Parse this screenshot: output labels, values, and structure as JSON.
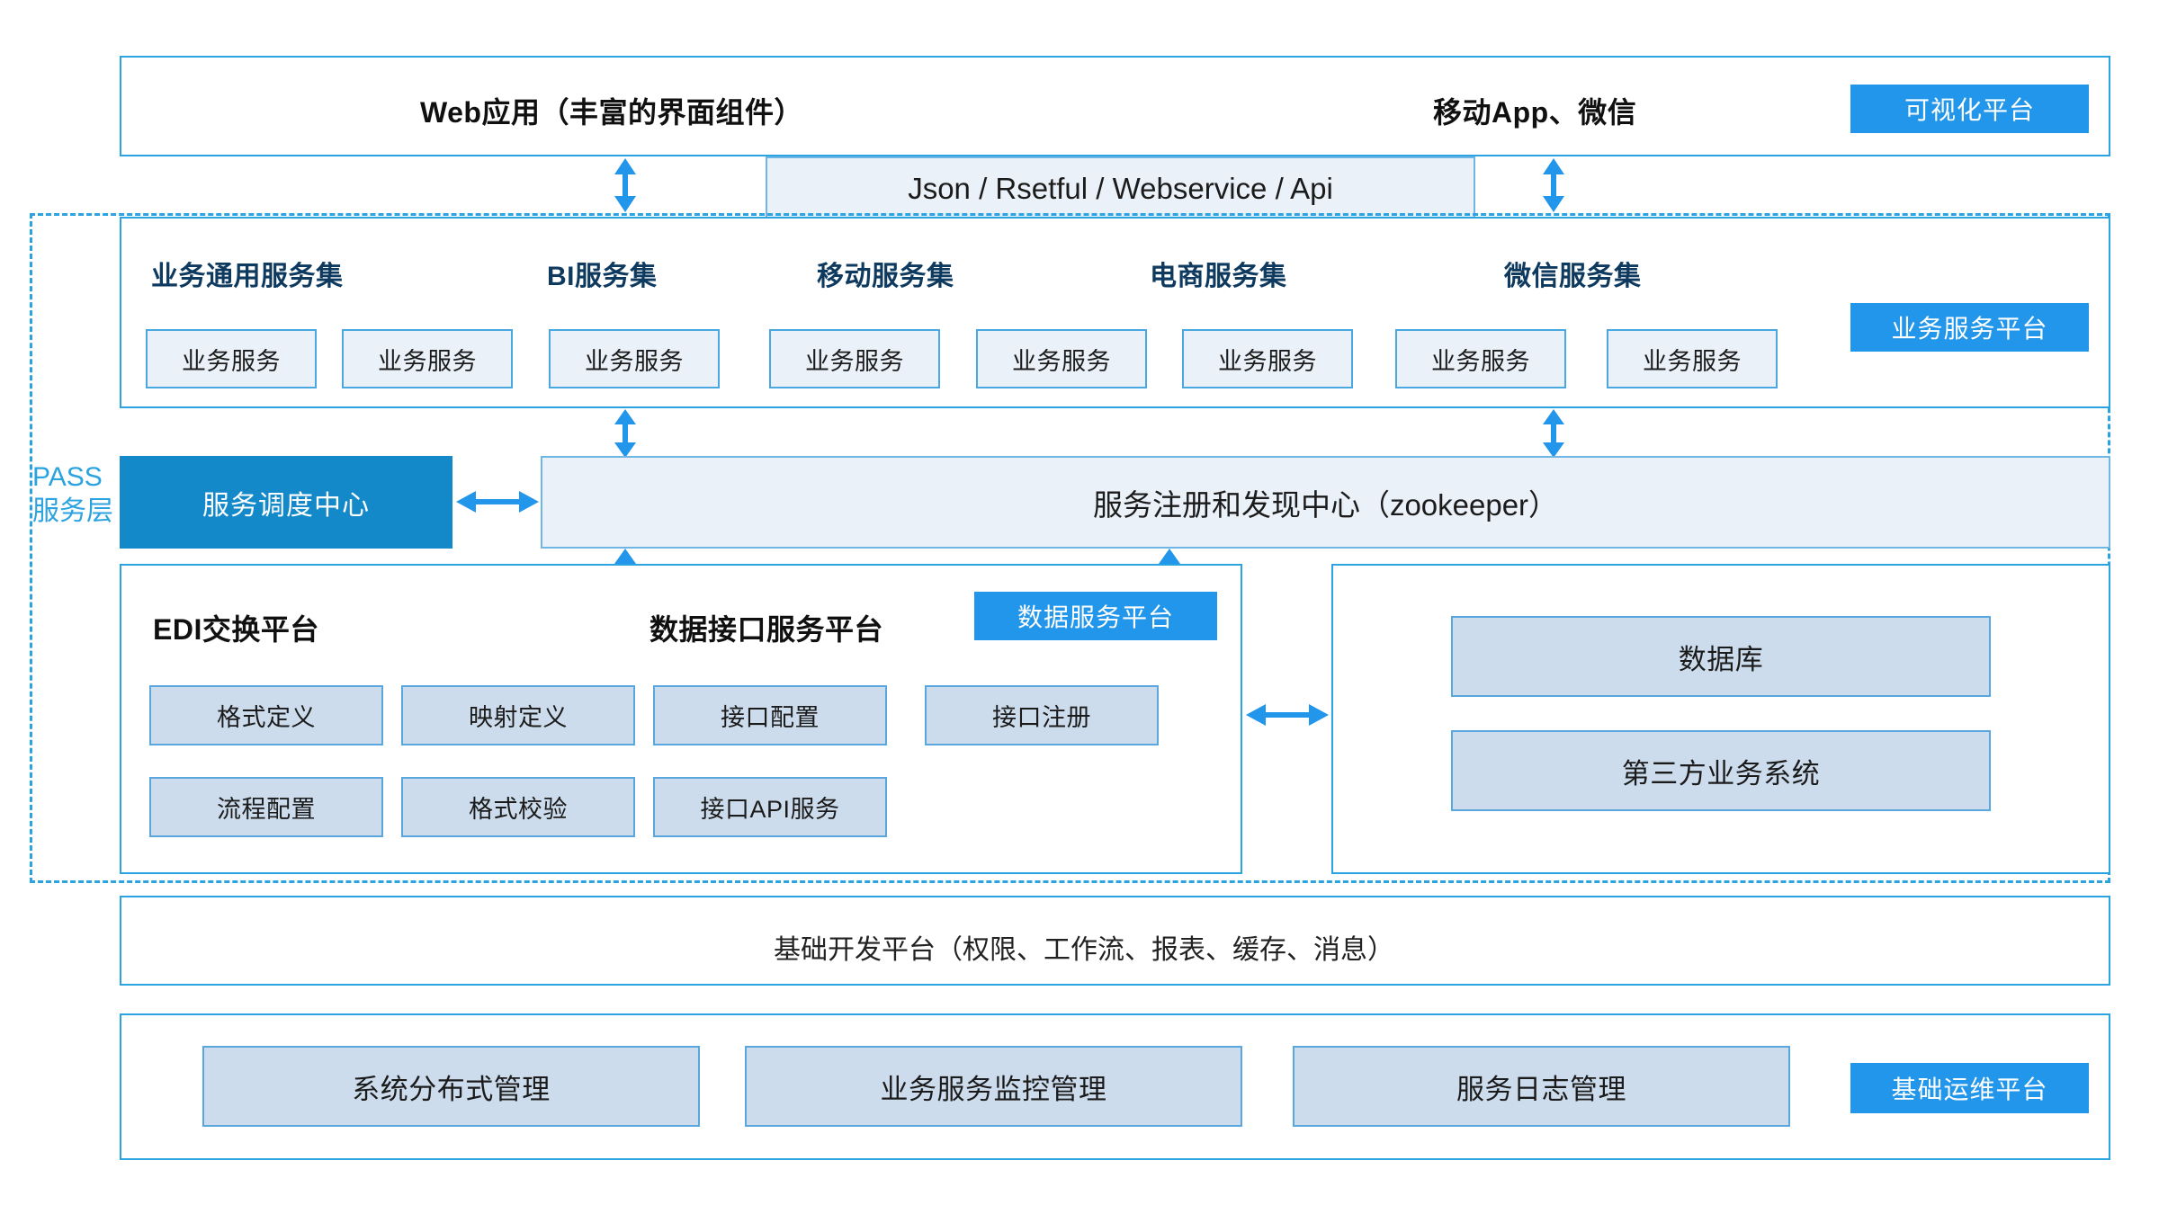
{
  "colors": {
    "accent": "#2196ea",
    "accent_deep": "#1489ca",
    "border": "#2aa3e0",
    "cell_fill": "#eaf1f8",
    "cell_fill_deep": "#ccdcec",
    "heading_text": "#0f3a5f"
  },
  "presentation_layer": {
    "web_app_label": "Web应用（丰富的界面组件）",
    "mobile_label": "移动App、微信",
    "platform_badge": "可视化平台"
  },
  "api_bar": {
    "label": "Json / Rsetful / Webservice / Api"
  },
  "pass_layer": {
    "side_label_line1": "PASS",
    "side_label_line2": "服务层"
  },
  "service_layer": {
    "platform_badge": "业务服务平台",
    "groups": [
      {
        "title": "业务通用服务集",
        "services": [
          "业务服务",
          "业务服务"
        ]
      },
      {
        "title": "BI服务集",
        "services": [
          "业务服务"
        ]
      },
      {
        "title": "移动服务集",
        "services": [
          "业务服务",
          "业务服务"
        ]
      },
      {
        "title": "电商服务集",
        "services": [
          "业务服务"
        ]
      },
      {
        "title": "微信服务集",
        "services": [
          "业务服务",
          "业务服务"
        ]
      }
    ],
    "service_boxes": [
      "业务服务",
      "业务服务",
      "业务服务",
      "业务服务",
      "业务服务",
      "业务服务",
      "业务服务",
      "业务服务"
    ]
  },
  "registry_row": {
    "dispatch_center": "服务调度中心",
    "registry_center": "服务注册和发现中心（zookeeper）"
  },
  "data_layer": {
    "edi_title": "EDI交换平台",
    "interface_title": "数据接口服务平台",
    "platform_badge": "数据服务平台",
    "edi_boxes": [
      "格式定义",
      "映射定义",
      "流程配置",
      "格式校验"
    ],
    "interface_boxes": [
      "接口配置",
      "接口注册",
      "接口API服务"
    ],
    "external": [
      "数据库",
      "第三方业务系统"
    ]
  },
  "foundation": {
    "label": "基础开发平台（权限、工作流、报表、缓存、消息）"
  },
  "ops_layer": {
    "platform_badge": "基础运维平台",
    "items": [
      "系统分布式管理",
      "业务服务监控管理",
      "服务日志管理"
    ]
  },
  "icons": {
    "arrow_double_vertical": "double-arrow-vertical-icon",
    "arrow_double_horizontal": "double-arrow-horizontal-icon"
  }
}
